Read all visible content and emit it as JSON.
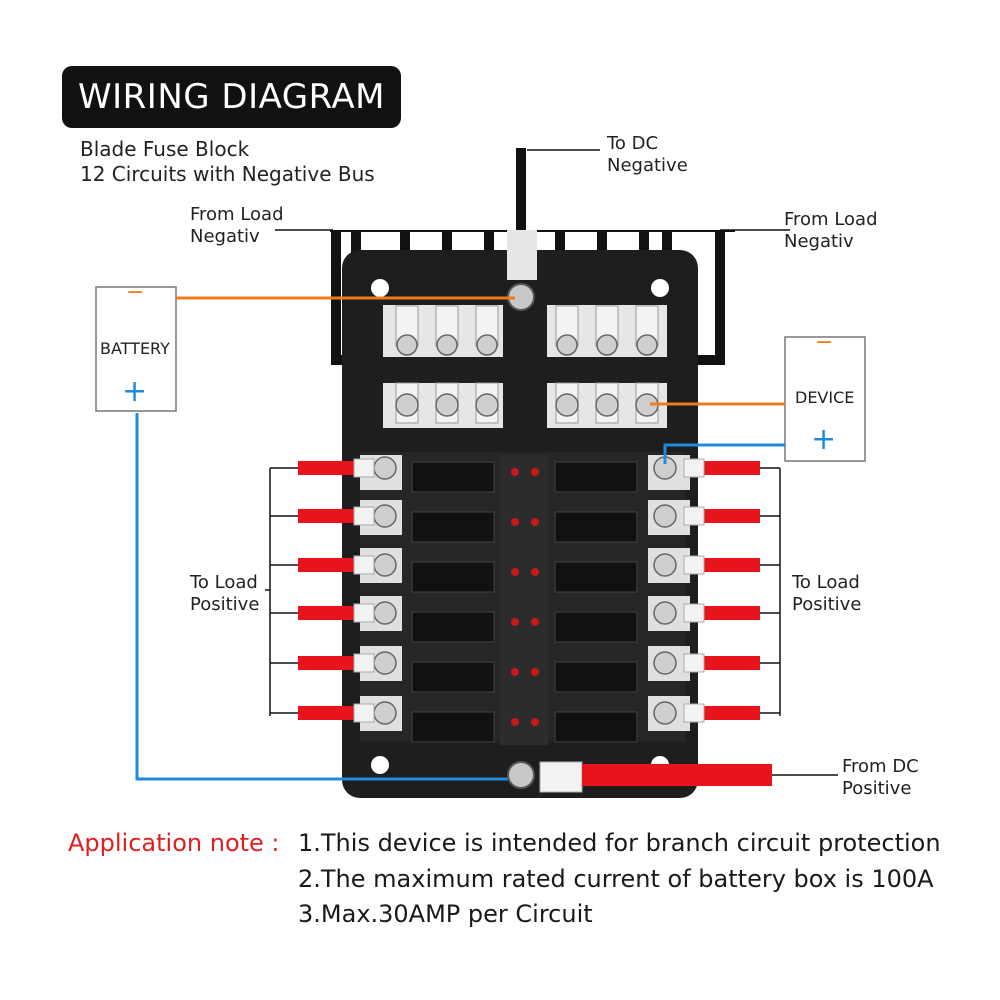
{
  "title": "WIRING DIAGRAM",
  "subtitle_lines": [
    "Blade Fuse Block",
    "12 Circuits with Negative Bus"
  ],
  "labels": {
    "to_dc_negative": [
      "To DC",
      "Negative"
    ],
    "from_load_negative_left": [
      "From Load",
      "Negativ"
    ],
    "from_load_negative_right": [
      "From Load",
      "Negativ"
    ],
    "to_load_positive_left": [
      "To Load",
      "Positive"
    ],
    "to_load_positive_right": [
      "To Load",
      "Positive"
    ],
    "from_dc_positive": [
      "From DC",
      "Positive"
    ]
  },
  "battery": {
    "label": "BATTERY",
    "minus": "−",
    "plus": "+"
  },
  "device": {
    "label": "DEVICE",
    "minus": "−",
    "plus": "+"
  },
  "application_note": {
    "heading": "Application note :",
    "items": [
      "1.This device is intended for branch circuit protection",
      "2.The maximum rated current of battery box is 100A",
      "3.Max.30AMP per Circuit"
    ]
  },
  "colors": {
    "negative_wire": "#f07b1d",
    "positive_wire": "#1f8be0",
    "load_wire": "#e8141c",
    "block": "#1e1e1e",
    "terminal": "#e6e6e6"
  }
}
